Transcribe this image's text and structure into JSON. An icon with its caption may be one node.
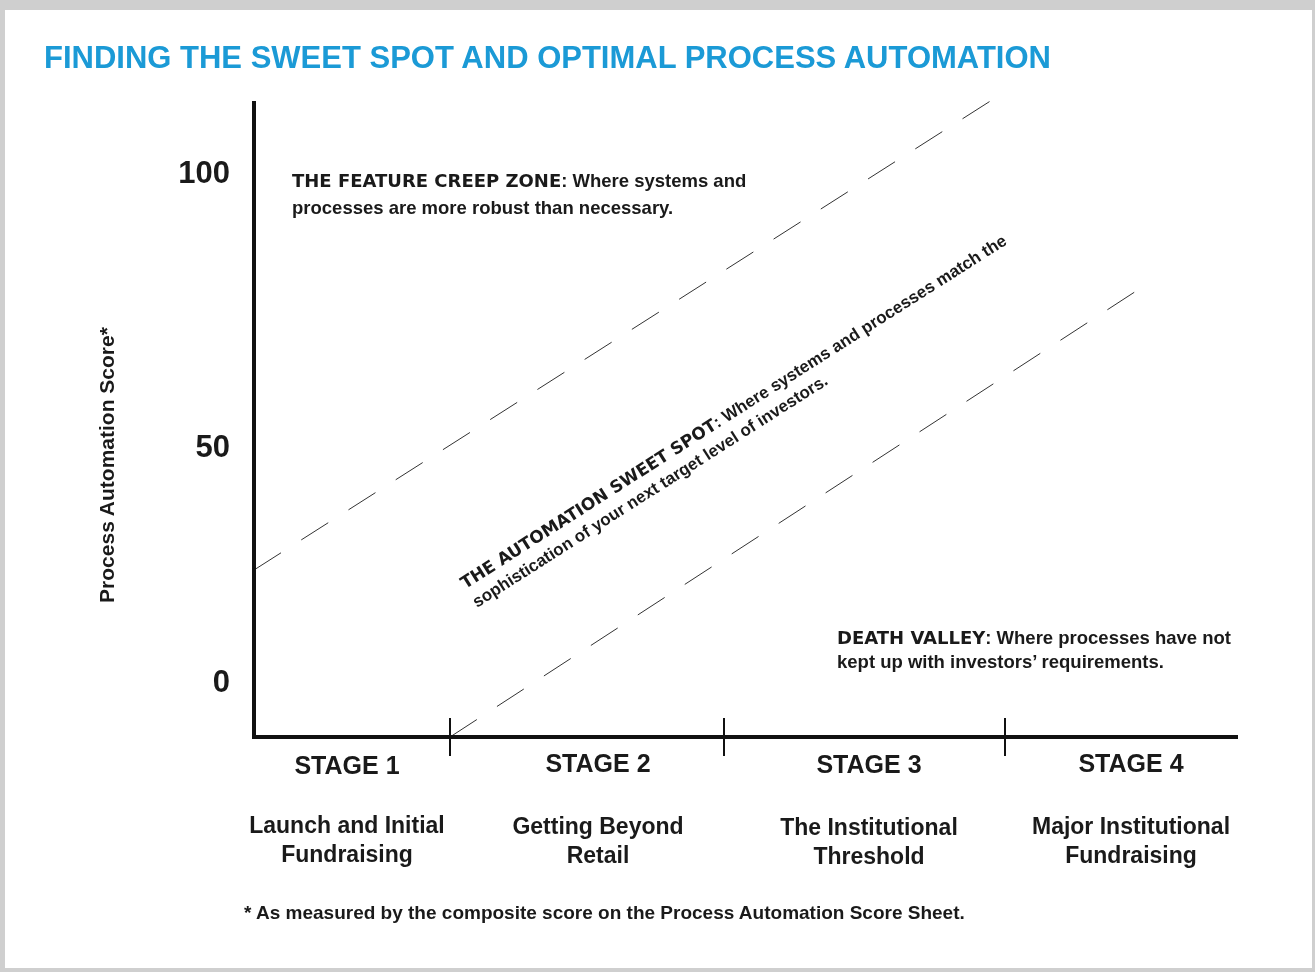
{
  "diagram": {
    "title": "FINDING THE SWEET SPOT AND OPTIMAL PROCESS AUTOMATION",
    "labels": [
      "100",
      "**THE FEATURE CREEP ZONE**: Where systems and processes are more robust than necessary.",
      "Process Automation Score*",
      "50",
      "**THE AUTOMATION SWEET SPOT**: Where systems and processes match the sophistication of your next target level of investors.",
      "0",
      "**DEATH VALLEY**: Where processes have not kept up with investors’ requirements.",
      "STAGE 1",
      "STAGE 2",
      "STAGE 3",
      "STAGE 4",
      "Launch and Initial Fundraising",
      "Getting Beyond Retail",
      "The Institutional Threshold",
      "Major Institutional Fundraising",
      "* As measured by the composite score on the Process Automation Score Sheet."
    ]
  }
}
